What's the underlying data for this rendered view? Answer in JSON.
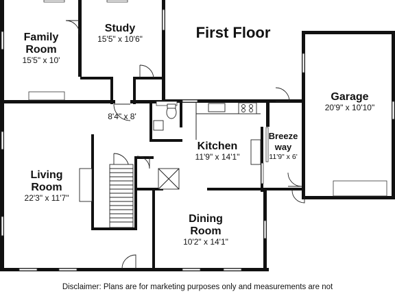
{
  "floor_title": "First Floor",
  "rooms": {
    "family_room": {
      "name_line1": "Family",
      "name_line2": "Room",
      "dimensions": "15'5\" x 10'"
    },
    "study": {
      "name": "Study",
      "dimensions": "15'5\" x 10'6\""
    },
    "hall": {
      "dimensions": "8'4\" x 8'"
    },
    "kitchen": {
      "name": "Kitchen",
      "dimensions": "11'9\" x 14'1\""
    },
    "breezeway": {
      "name_line1": "Breeze",
      "name_line2": "way",
      "dimensions": "11'9\" x 6'"
    },
    "garage": {
      "name": "Garage",
      "dimensions": "20'9\" x 10'10\""
    },
    "living_room": {
      "name_line1": "Living",
      "name_line2": "Room",
      "dimensions": "22'3\" x 11'7\""
    },
    "dining_room": {
      "name_line1": "Dining",
      "name_line2": "Room",
      "dimensions": "10'2\" x 14'1\""
    }
  },
  "disclaimer": "Disclaimer: Plans are for marketing purposes only and measurements are not"
}
